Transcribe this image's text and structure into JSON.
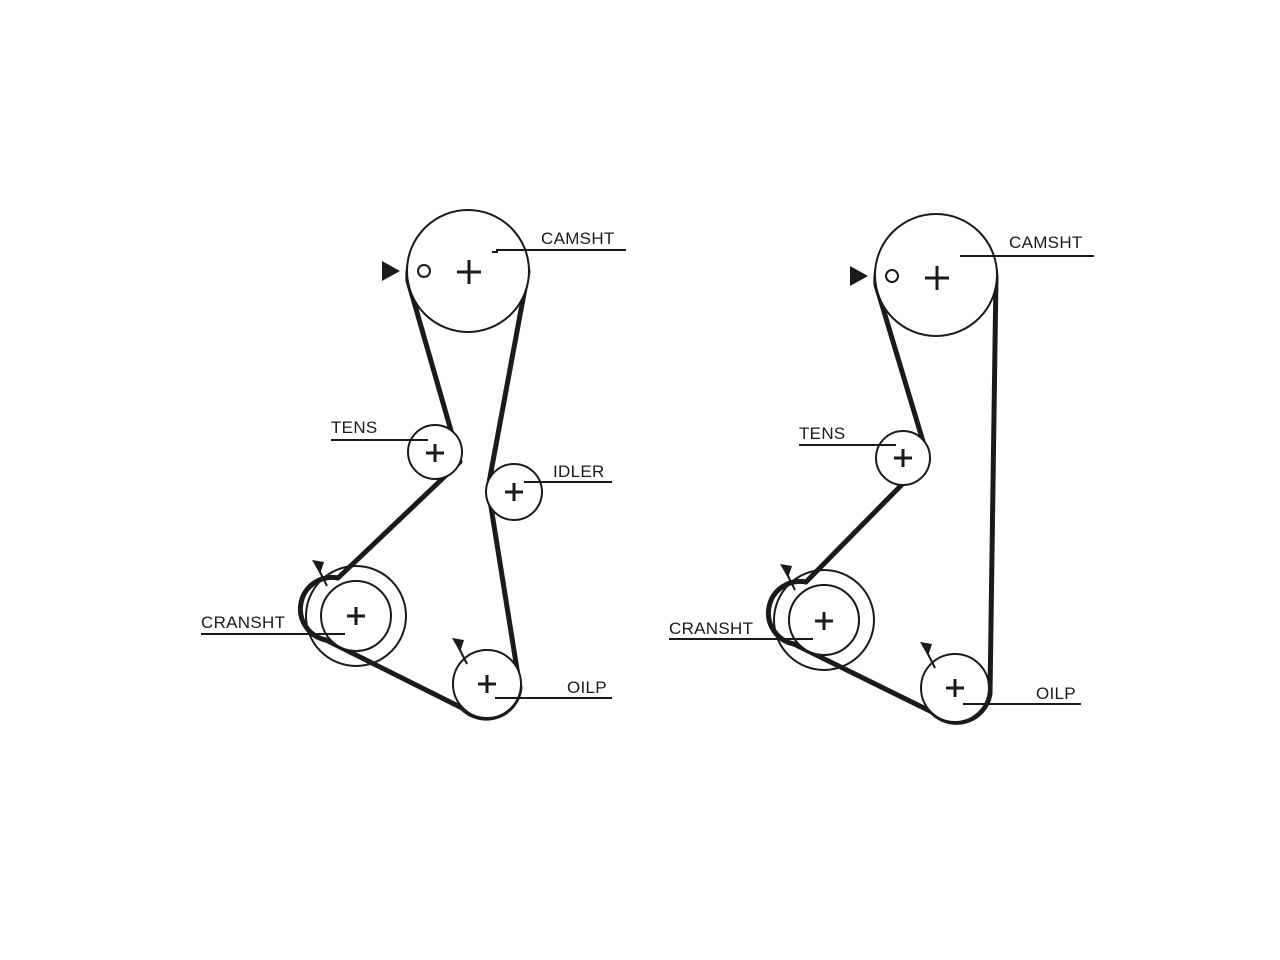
{
  "diagrams": [
    {
      "id": "left",
      "labels": {
        "camshaft": "CAMSHT",
        "tensioner": "TENS",
        "idler": "IDLER",
        "crankshaft": "CRANSHT",
        "oil_pump": "OILP"
      }
    },
    {
      "id": "right",
      "labels": {
        "camshaft": "CAMSHT",
        "tensioner": "TENS",
        "crankshaft": "CRANSHT",
        "oil_pump": "OILP"
      }
    }
  ]
}
